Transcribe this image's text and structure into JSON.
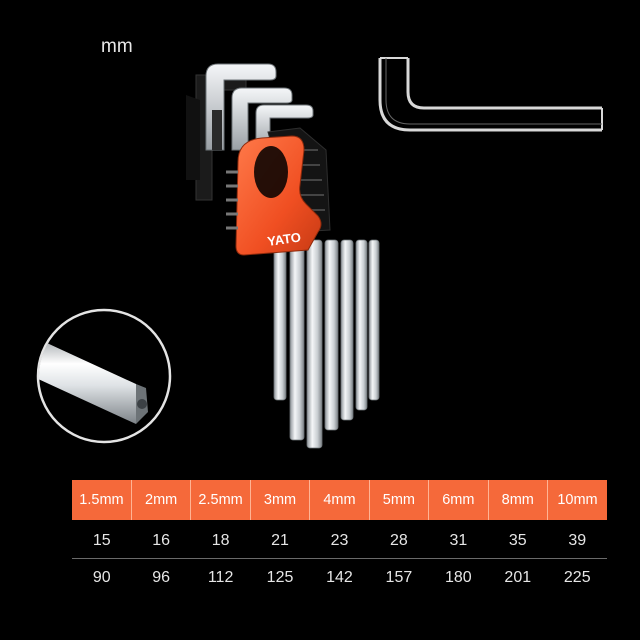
{
  "unit_label": "mm",
  "brand": "YATO",
  "accent_color": "#f5693a",
  "table": {
    "headers": [
      "1.5mm",
      "2mm",
      "2.5mm",
      "3mm",
      "4mm",
      "5mm",
      "6mm",
      "8mm",
      "10mm"
    ],
    "rows": [
      [
        "15",
        "16",
        "18",
        "21",
        "23",
        "28",
        "31",
        "35",
        "39"
      ],
      [
        "90",
        "96",
        "112",
        "125",
        "142",
        "157",
        "180",
        "201",
        "225"
      ]
    ]
  }
}
